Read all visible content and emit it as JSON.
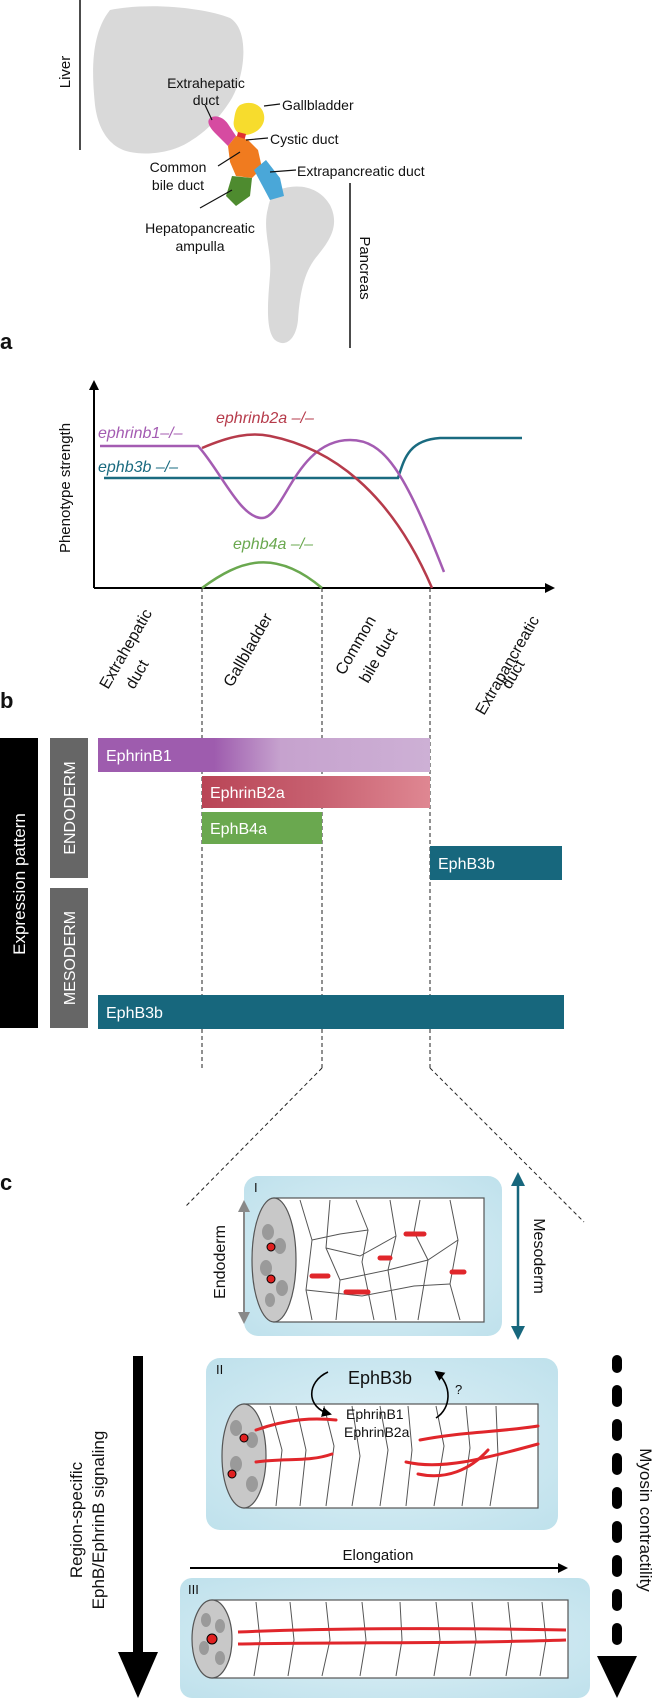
{
  "panel_labels": {
    "a": "a",
    "b": "b",
    "c": "c"
  },
  "anatomy": {
    "liver": "Liver",
    "pancreas": "Pancreas",
    "extrahepatic_line1": "Extrahepatic",
    "extrahepatic_line2": "duct",
    "gallbladder": "Gallbladder",
    "cystic_duct": "Cystic duct",
    "common_bile_line1": "Common",
    "common_bile_line2": "bile duct",
    "extrapancreatic": "Extrapancreatic duct",
    "ampulla_line1": "Hepatopancreatic",
    "ampulla_line2": "ampulla"
  },
  "panel_a": {
    "ylabel": "Phenotype strength",
    "series": [
      {
        "name": "ephrinb1–/–",
        "color": "#a45cb2"
      },
      {
        "name": "ephrinb2a –/–",
        "color": "#b63b4b"
      },
      {
        "name": "ephb3b –/–",
        "color": "#1a6b80"
      },
      {
        "name": "ephb4a –/–",
        "color": "#6aa84f"
      }
    ],
    "regions": [
      {
        "line1": "Extrahepatic",
        "line2": "duct"
      },
      {
        "line1": "Gallbladder",
        "line2": ""
      },
      {
        "line1": "Common",
        "line2": "bile duct"
      },
      {
        "line1": "Extrapancreatic",
        "line2": "duct"
      }
    ]
  },
  "panel_b": {
    "side_label": "Expression pattern",
    "endoderm": "ENDODERM",
    "mesoderm": "MESODERM",
    "bars": {
      "ephrinb1": "EphrinB1",
      "ephrinb2a": "EphrinB2a",
      "ephb4a": "EphB4a",
      "ephb3b_endo": "EphB3b",
      "ephb3b_meso": "EphB3b"
    }
  },
  "panel_c": {
    "stage1": "I",
    "stage2": "II",
    "stage3": "III",
    "endoderm": "Endoderm",
    "mesoderm": "Mesoderm",
    "ephb3b": "EphB3b",
    "ephrinb1": "EphrinB1",
    "ephrinb2a": "EphrinB2a",
    "question": "?",
    "left_line1": "Region-specific",
    "left_line2": "EphB/EphrinB signaling",
    "right": "Myosin contractility",
    "elongation": "Elongation"
  },
  "colors": {
    "teal": "#17677d",
    "purple": "#9b5aad",
    "red": "#b84656",
    "green": "#6aa84f",
    "red_line": "#e0262b"
  }
}
